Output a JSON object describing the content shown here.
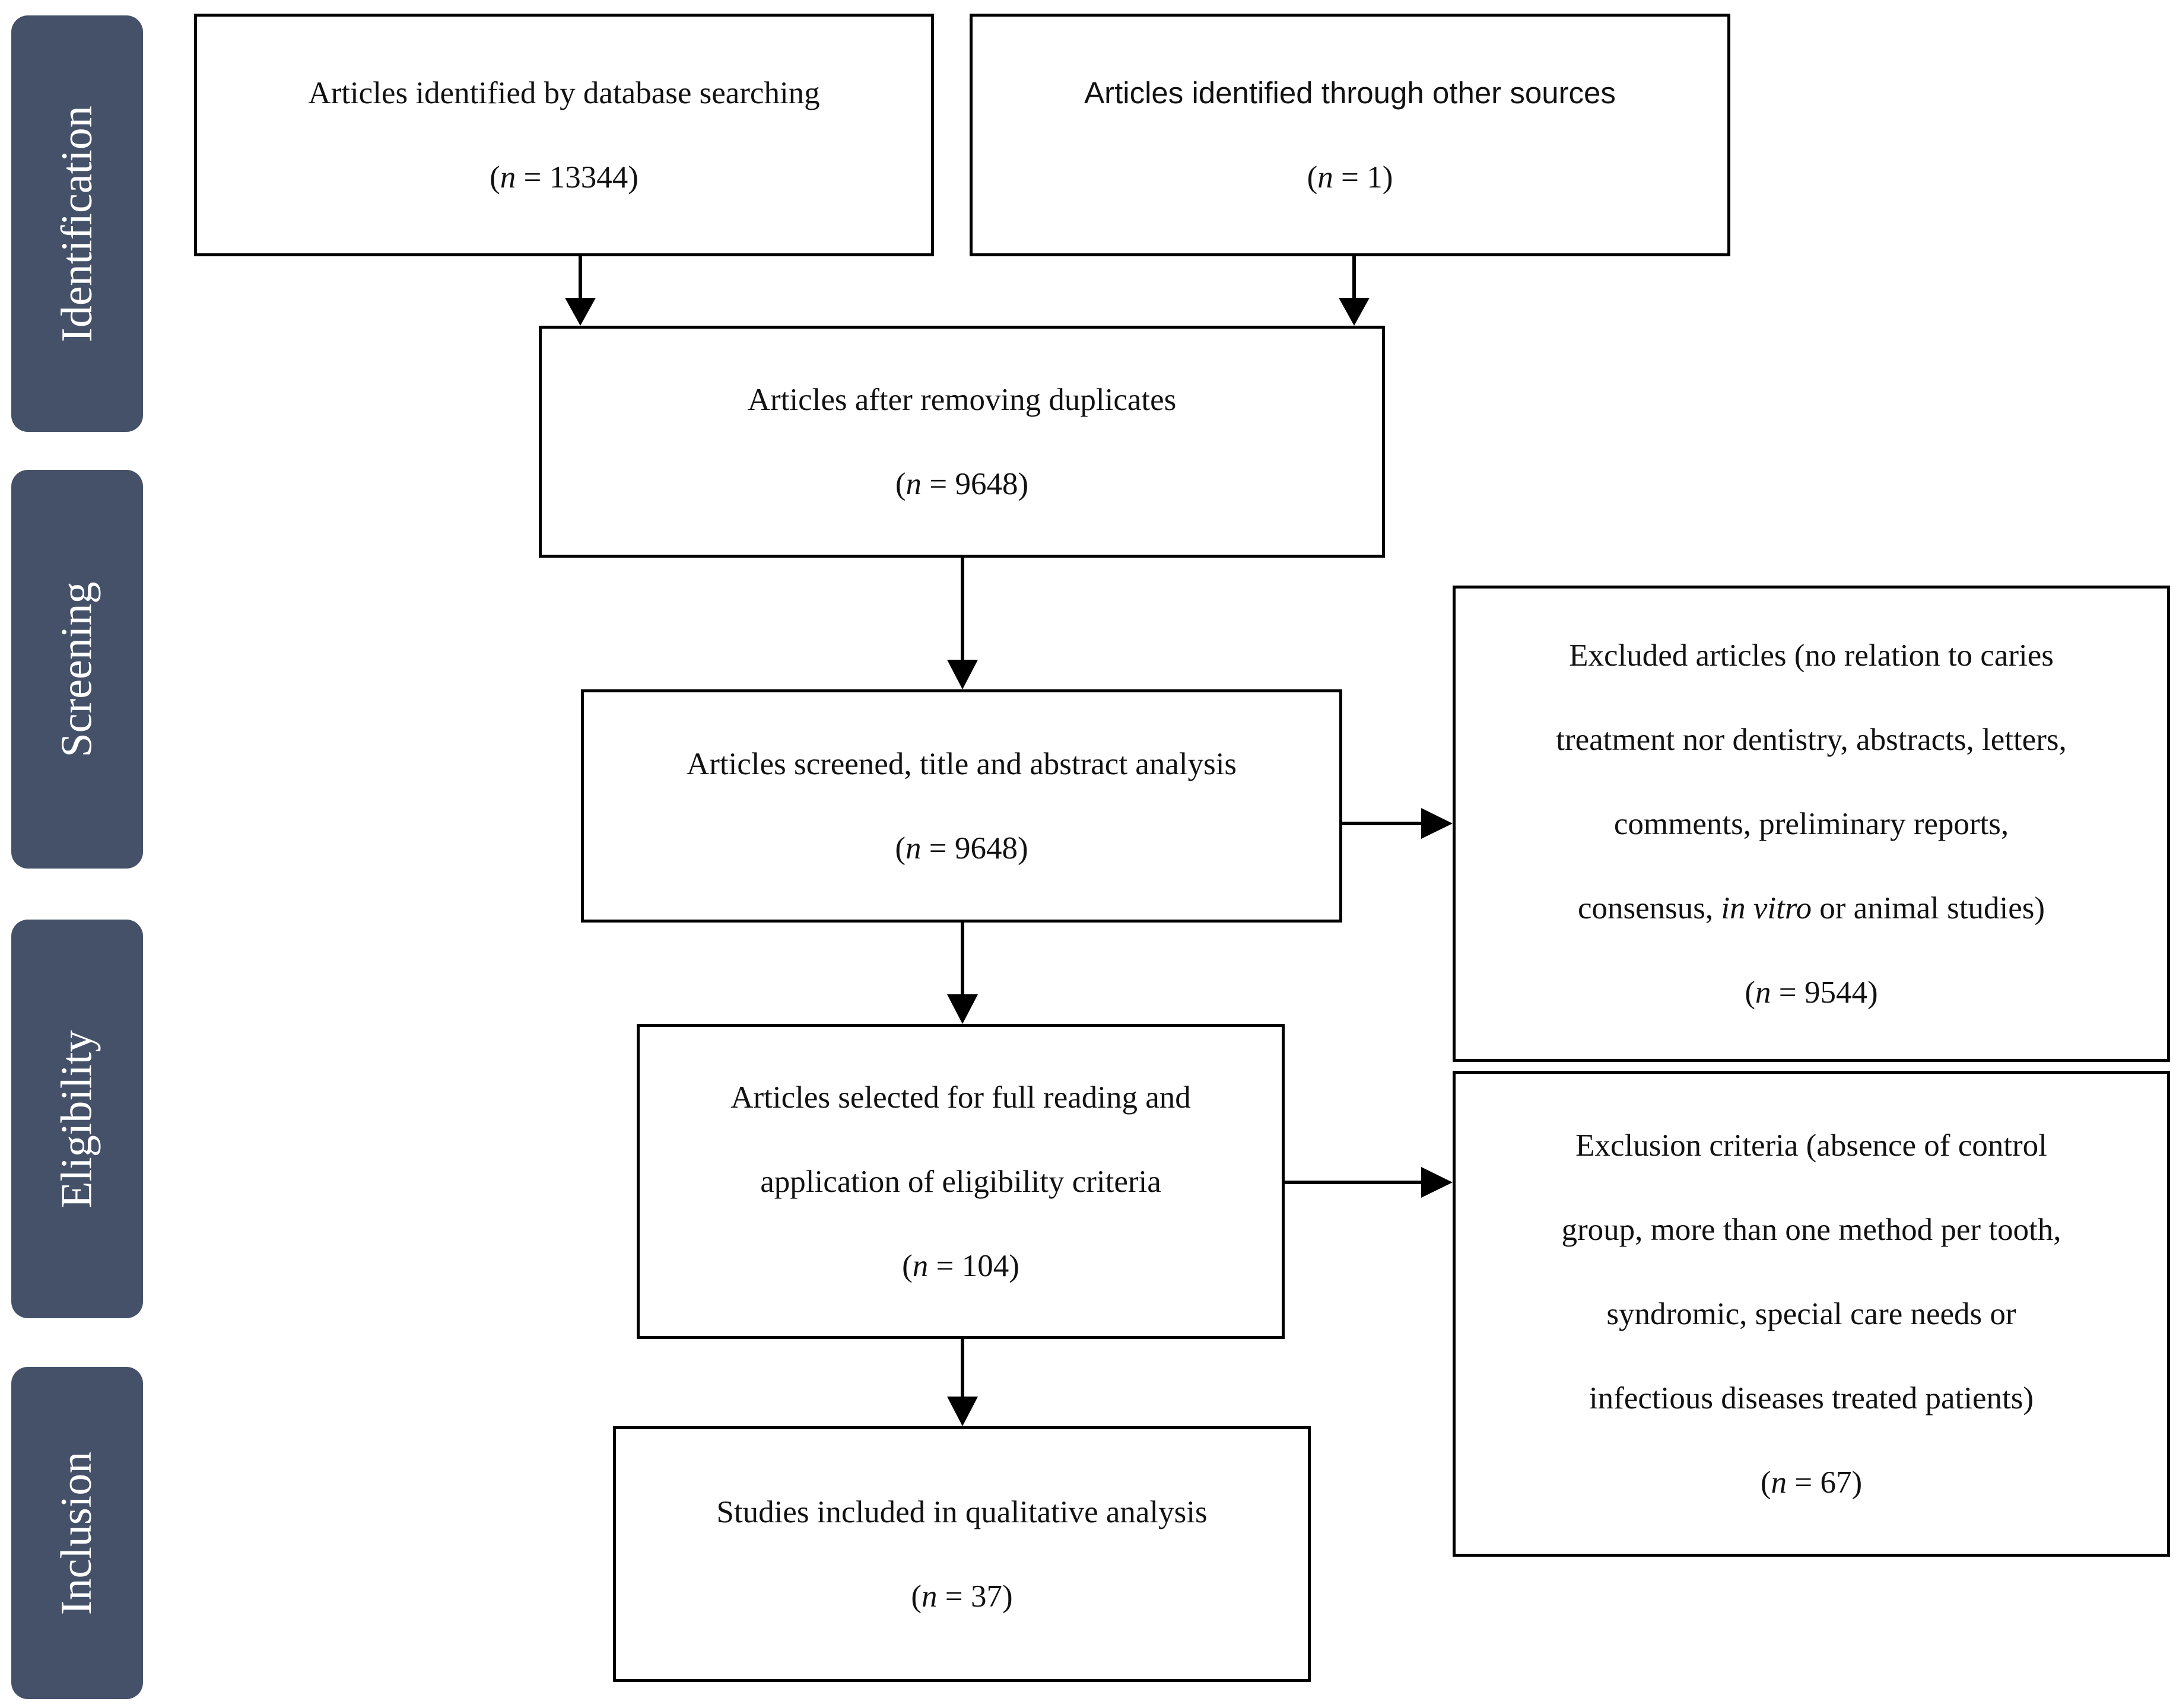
{
  "phases": {
    "identification": "Identification",
    "screening": "Screening",
    "eligibility": "Eligibility",
    "inclusion": "Inclusion"
  },
  "n_symbol": "n",
  "boxes": {
    "database": {
      "line1": "Articles identified by database searching",
      "n": "13344"
    },
    "other_sources": {
      "line1": "Articles identified through other sources",
      "n": "1"
    },
    "after_duplicates": {
      "line1": "Articles after removing duplicates",
      "n": "9648"
    },
    "screened": {
      "line1": "Articles screened, title and abstract analysis",
      "n": "9648"
    },
    "excluded_screening": {
      "line1": "Excluded articles (no relation to caries",
      "line2": "treatment nor dentistry, abstracts, letters,",
      "line3": "comments, preliminary reports,",
      "line4_pre": "consensus,",
      "line4_italic": "in vitro",
      "line4_post": "or animal studies)",
      "n": "9544"
    },
    "full_reading": {
      "line1": "Articles selected for full reading and",
      "line2": "application of eligibility criteria",
      "n": "104"
    },
    "exclusion_criteria": {
      "line1": "Exclusion criteria (absence of control",
      "line2": "group, more than one method per tooth,",
      "line3": "syndromic, special care needs or",
      "line4": "infectious diseases treated patients)",
      "n": "67"
    },
    "included": {
      "line1": "Studies included in qualitative analysis",
      "n": "37"
    }
  },
  "colors": {
    "phase_fill": "#445168",
    "phase_text": "#ffffff",
    "box_border": "#000000",
    "arrow": "#000000"
  }
}
